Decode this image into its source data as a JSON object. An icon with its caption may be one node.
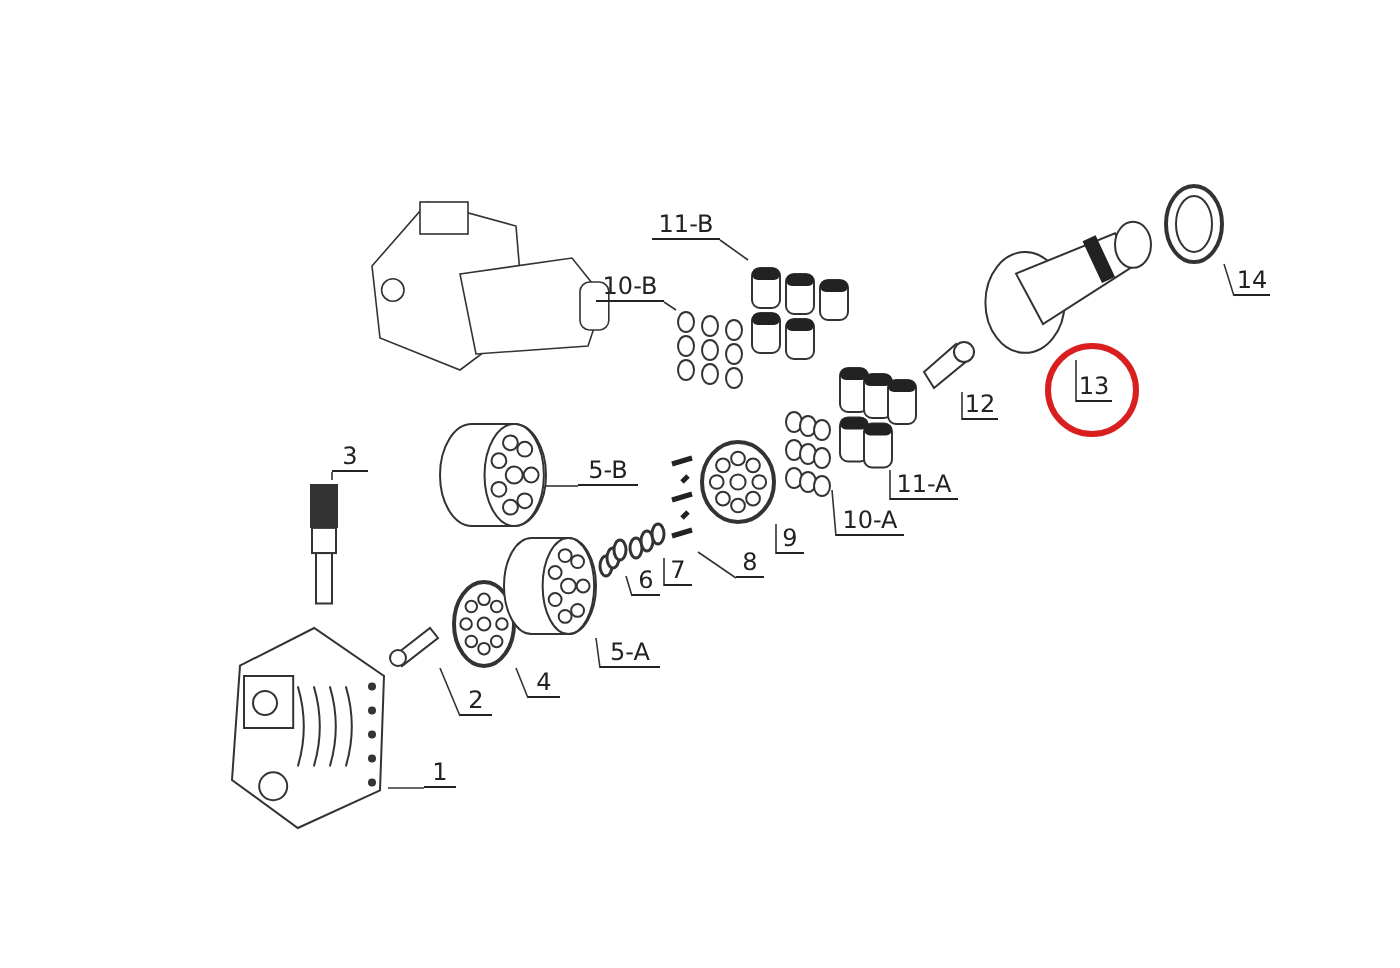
{
  "diagram": {
    "nodes": [
      {
        "text": [
          "1"
        ]
      },
      {
        "text": [
          "2"
        ]
      },
      {
        "text": [
          "3"
        ]
      },
      {
        "text": [
          "4"
        ]
      },
      {
        "text": [
          "5-A"
        ]
      },
      {
        "text": [
          "5-B"
        ]
      },
      {
        "text": [
          "6"
        ]
      },
      {
        "text": [
          "7"
        ]
      },
      {
        "text": [
          "8"
        ]
      },
      {
        "text": [
          "9"
        ]
      },
      {
        "text": [
          "10-A"
        ]
      },
      {
        "text": [
          "10-B"
        ]
      },
      {
        "text": [
          "11-A"
        ]
      },
      {
        "text": [
          "11-B"
        ]
      },
      {
        "text": [
          "12"
        ]
      },
      {
        "text": [
          "13"
        ]
      },
      {
        "text": [
          "14"
        ]
      },
      {
        "text": [],
        "shape": "picture"
      },
      {
        "text": [],
        "shape": "picture"
      },
      {
        "text": [],
        "shape": "picture"
      },
      {
        "text": [],
        "shape": "picture"
      },
      {
        "text": [],
        "shape": "picture"
      },
      {
        "text": [],
        "shape": "picture"
      },
      {
        "text": [],
        "shape": "picture"
      },
      {
        "text": [],
        "shape": "picture"
      },
      {
        "text": [],
        "shape": "picture"
      },
      {
        "text": [],
        "shape": "picture"
      },
      {
        "text": [],
        "shape": "picture"
      },
      {
        "text": [],
        "shape": "picture"
      },
      {
        "text": [],
        "shape": "picture"
      },
      {
        "text": [],
        "shape": "picture"
      },
      {
        "text": [],
        "shape": "picture"
      },
      {
        "text": [],
        "shape": "picture"
      },
      {
        "text": [],
        "shape": "picture"
      }
    ],
    "edges": [
      {
        "from": 0,
        "to": 17,
        "arrow": "none"
      },
      {
        "from": 1,
        "to": 18,
        "arrow": "none"
      },
      {
        "from": 2,
        "to": 19,
        "arrow": "none"
      },
      {
        "from": 3,
        "to": 20,
        "arrow": "none"
      },
      {
        "from": 4,
        "to": 21,
        "arrow": "none"
      },
      {
        "from": 5,
        "to": 22,
        "arrow": "none"
      },
      {
        "from": 6,
        "to": 23,
        "arrow": "none"
      },
      {
        "from": 7,
        "to": 24,
        "arrow": "none"
      },
      {
        "from": 8,
        "to": 25,
        "arrow": "none"
      },
      {
        "from": 9,
        "to": 26,
        "arrow": "none"
      },
      {
        "from": 10,
        "to": 27,
        "arrow": "none"
      },
      {
        "from": 11,
        "to": 28,
        "arrow": "none"
      },
      {
        "from": 12,
        "to": 29,
        "arrow": "none"
      },
      {
        "from": 13,
        "to": 30,
        "arrow": "none"
      },
      {
        "from": 14,
        "to": 31,
        "arrow": "none"
      },
      {
        "from": 15,
        "to": 32,
        "arrow": "none"
      },
      {
        "from": 16,
        "to": 33,
        "arrow": "none"
      }
    ]
  }
}
